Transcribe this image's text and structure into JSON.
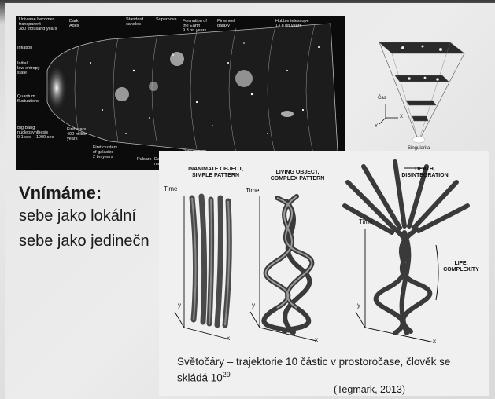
{
  "slide": {
    "heading": "Vnímáme:",
    "line1": "sebe jako lokální",
    "line2": "sebe jako jedinečn"
  },
  "cosmos_labels": {
    "transparent": "Universe becomes\ntransparent\n380 thousand years",
    "dark_ages": "Dark\nAges",
    "standard_candles": "Standard\ncandles",
    "supernova": "Supernova",
    "formation_earth": "Formation of\nthe Earth\n9.3 bn years",
    "pinwheel": "Pinwheel\ngalaxy",
    "hubble": "Hubble telescope\n13.8 bn years",
    "inflation": "Inflation",
    "low_entropy": "Initial\nlow-entropy\nstate",
    "quantum": "Quantum\nfluctuations",
    "big_bang": "Big Bang\nnucleosynthesis\n0.1 sec – 1000 sec",
    "first_stars": "First stars\n400 million\nyears",
    "first_clusters": "First clusters\nof galaxies\n2 bn years",
    "pulsars": "Pulsars",
    "dark_matter": "Dark\nmatt",
    "dark_energy": "Dark energy"
  },
  "cone_labels": {
    "cas": "Čas",
    "x": "X",
    "y": "Y",
    "singularita": "Singularita"
  },
  "panels": {
    "inanimate": "INANIMATE OBJECT,\nSIMPLE PATTERN",
    "living": "LIVING OBJECT,\nCOMPLEX PATTERN",
    "death": "DEATH,\nDISINTEGRATION",
    "life": "LIFE,\nCOMPLEXITY",
    "time": "Time",
    "x": "x",
    "y": "y"
  },
  "caption": {
    "text": "Světočáry – trajektorie 10 částic v prostoročase, člověk se skládá 10",
    "exponent": "29",
    "citation": "(Tegmark, 2013)"
  }
}
